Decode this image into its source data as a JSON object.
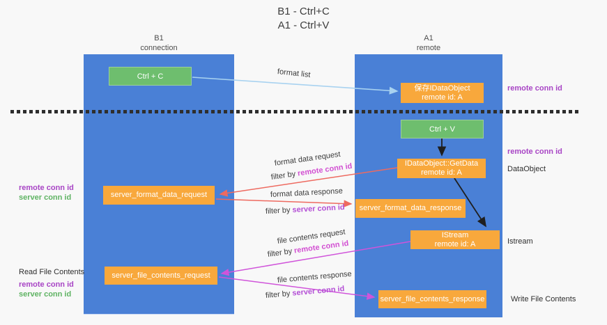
{
  "title": {
    "line1": "B1 - Ctrl+C",
    "line2": "A1 - Ctrl+V"
  },
  "lanes": {
    "left": {
      "name": "B1",
      "role": "connection"
    },
    "right": {
      "name": "A1",
      "role": "remote"
    }
  },
  "nodes": {
    "ctrl_c": "Ctrl + C",
    "ctrl_v": "Ctrl + V",
    "save_dataobject": {
      "line1": "保存IDataObject",
      "line2": "remote id: A"
    },
    "getdata": {
      "line1": "IDataObject::GetData",
      "line2": "remote id: A"
    },
    "istream": {
      "line1": "IStream",
      "line2": "remote id: A"
    },
    "server_format_data_request": "server_format_data_request",
    "server_format_data_response": "server_format_data_response",
    "server_file_contents_request": "server_file_contents_request",
    "server_file_contents_response": "server_file_contents_response"
  },
  "arrow_labels": {
    "format_list": "format list",
    "format_data_request": "format data request",
    "format_data_response": "format data response",
    "file_contents_request": "file contents request",
    "file_contents_response": "file contents response",
    "filter_by": "filter by ",
    "remote_conn_id": "remote conn id",
    "server_conn_id": "server conn id"
  },
  "side_labels": {
    "remote_conn_id": "remote conn id",
    "server_conn_id": "server conn id",
    "dataobject": "DataObject",
    "istream": "Istream",
    "read_file_contents": "Read File Contents",
    "write_file_contents": "Write File Contents"
  },
  "colors": {
    "lane_blue": "#4a80d6",
    "box_green": "#6ebe6e",
    "box_orange": "#f8a83c",
    "arrow_light_blue": "#a8d2f0",
    "arrow_salmon": "#ee6a60",
    "arrow_magenta": "#d054da",
    "arrow_black": "#1f1f1f",
    "label_purple": "#a845c5",
    "label_green": "#5fb363"
  }
}
